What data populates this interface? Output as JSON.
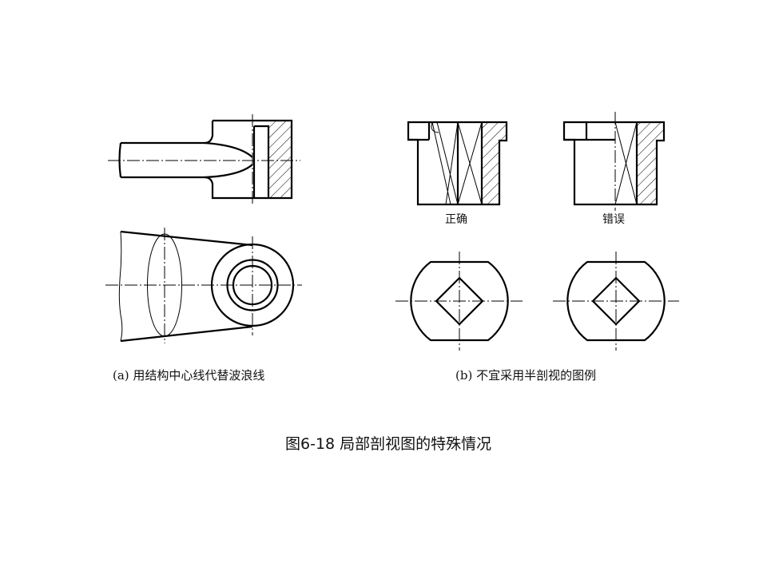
{
  "figure": {
    "title": "图6-18  局部剖视图的特殊情况",
    "panel_a": {
      "caption": "(a) 用结构中心线代替波浪线"
    },
    "panel_b": {
      "caption": "(b) 不宜采用半剖视的图例",
      "label_correct": "正确",
      "label_wrong": "错误"
    }
  }
}
